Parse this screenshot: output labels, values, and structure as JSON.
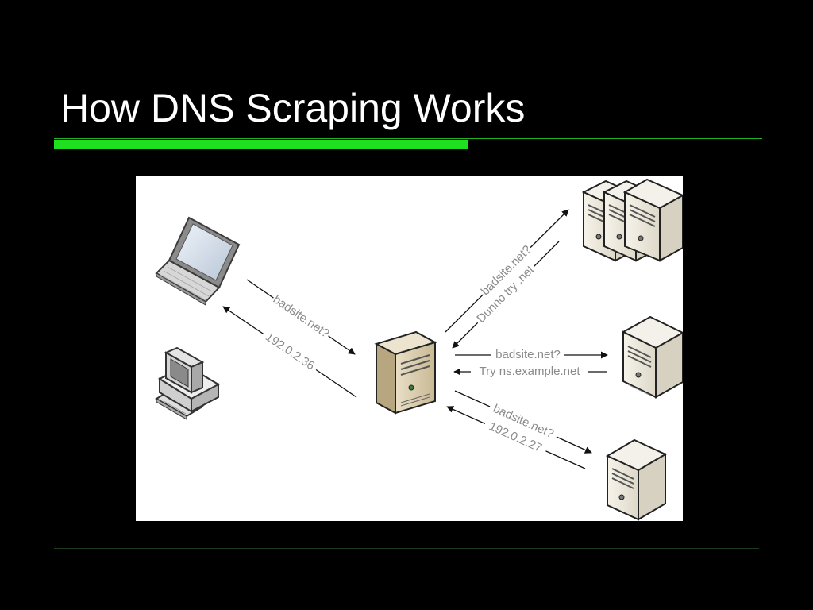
{
  "slide": {
    "title": "How DNS Scraping Works"
  },
  "diagram": {
    "client_query": "badsite.net?",
    "client_answer": "192.0.2.36",
    "root_query": "badsite.net?",
    "root_answer": "Dunno try .net",
    "tld_query": "badsite.net?",
    "tld_answer": "Try ns.example.net",
    "auth_query": "badsite.net?",
    "auth_answer": "192.0.2.27"
  },
  "colors": {
    "background": "#000000",
    "title_text": "#ffffff",
    "accent_green": "#1fe01f",
    "thin_rule_green": "#22b322",
    "diagram_text": "#8a8a8a"
  }
}
